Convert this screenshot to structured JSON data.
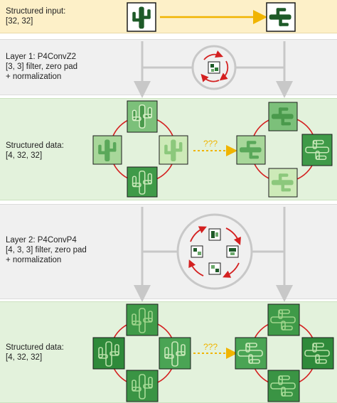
{
  "input_band": {
    "label_line1": "Structured input:",
    "label_line2": "[32, 32]"
  },
  "layer1": {
    "label_line1": "Layer 1: P4ConvZ2",
    "label_line2": "[3, 3] filter, zero pad",
    "label_line3": "+ normalization"
  },
  "data1": {
    "label_line1": "Structured data:",
    "label_line2": "[4, 32, 32]",
    "unknown_mark": "???"
  },
  "layer2": {
    "label_line1": "Layer 2: P4ConvP4",
    "label_line2": "[4, 3, 3] filter, zero pad",
    "label_line3": "+ normalization"
  },
  "data2": {
    "label_line1": "Structured data:",
    "label_line2": "[4, 32, 32]",
    "unknown_mark": "???"
  },
  "colors": {
    "input_band": "#fdf0c8",
    "layer_band": "#f0f0f0",
    "data_band": "#e3f2dc",
    "arrow_gold": "#f0b400",
    "rotation_red": "#d42020",
    "flow_gray": "#c8c8c8",
    "cactus_dark": "#1e5a28"
  },
  "icons": [
    "cactus-icon",
    "rotated-cactus-icon",
    "filter-icon",
    "rotation-arrow-icon"
  ]
}
